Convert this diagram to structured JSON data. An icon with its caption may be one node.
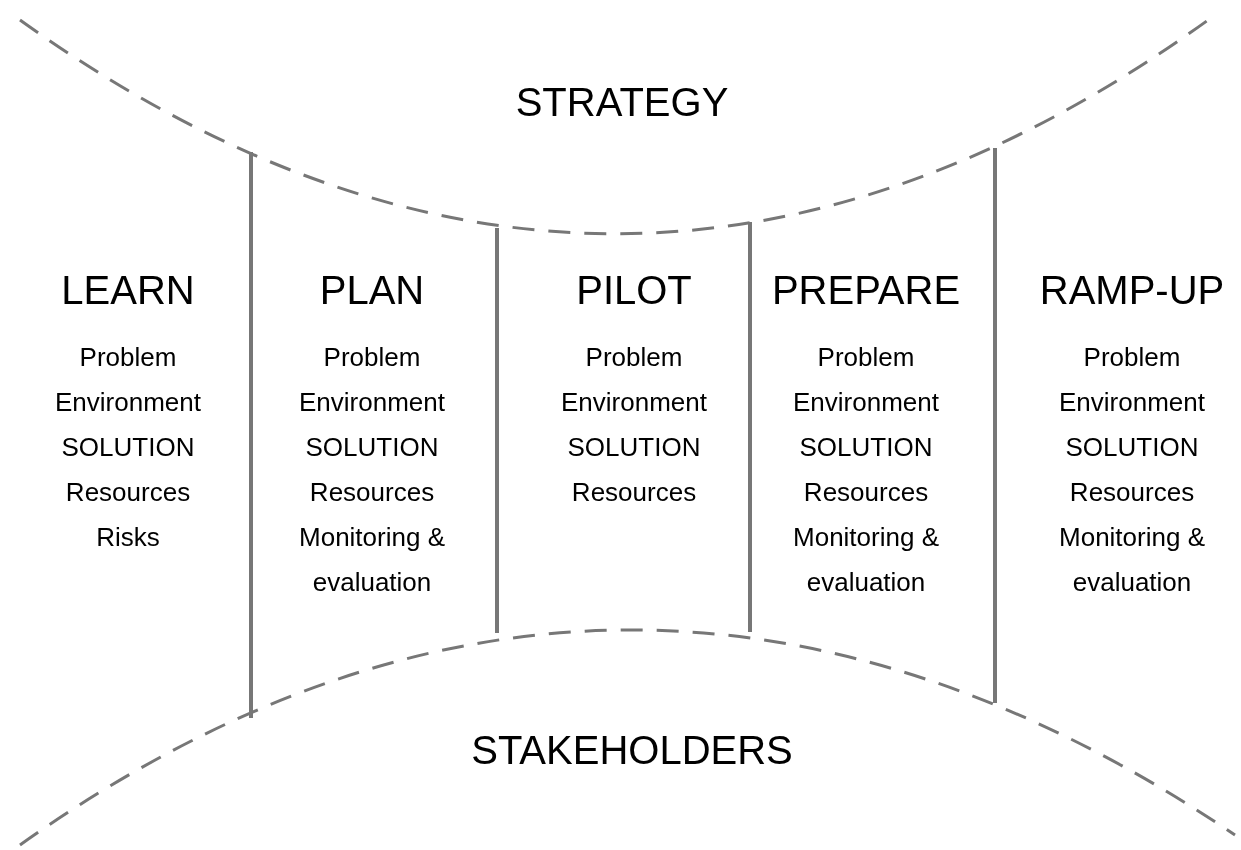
{
  "diagram": {
    "nodes": [
      {
        "text": [
          "LEARN",
          "Problem",
          "Environment",
          "SOLUTION",
          "Resources",
          "Risks"
        ]
      },
      {
        "text": [
          "PLAN",
          "Problem",
          "Environment",
          "SOLUTION",
          "Resources",
          "Monitoring & evaluation"
        ]
      },
      {
        "text": [
          "PILOT",
          "Problem",
          "Environment",
          "SOLUTION",
          "Resources"
        ]
      },
      {
        "text": [
          "PREPARE",
          "Problem",
          "Environment",
          "SOLUTION",
          "Resources",
          "Monitoring & evaluation"
        ]
      },
      {
        "text": [
          "RAMP-UP",
          "Problem",
          "Environment",
          "SOLUTION",
          "Resources",
          "Monitoring & evaluation"
        ]
      }
    ],
    "edges": [],
    "labels": [
      "STRATEGY",
      "STAKEHOLDERS"
    ]
  }
}
